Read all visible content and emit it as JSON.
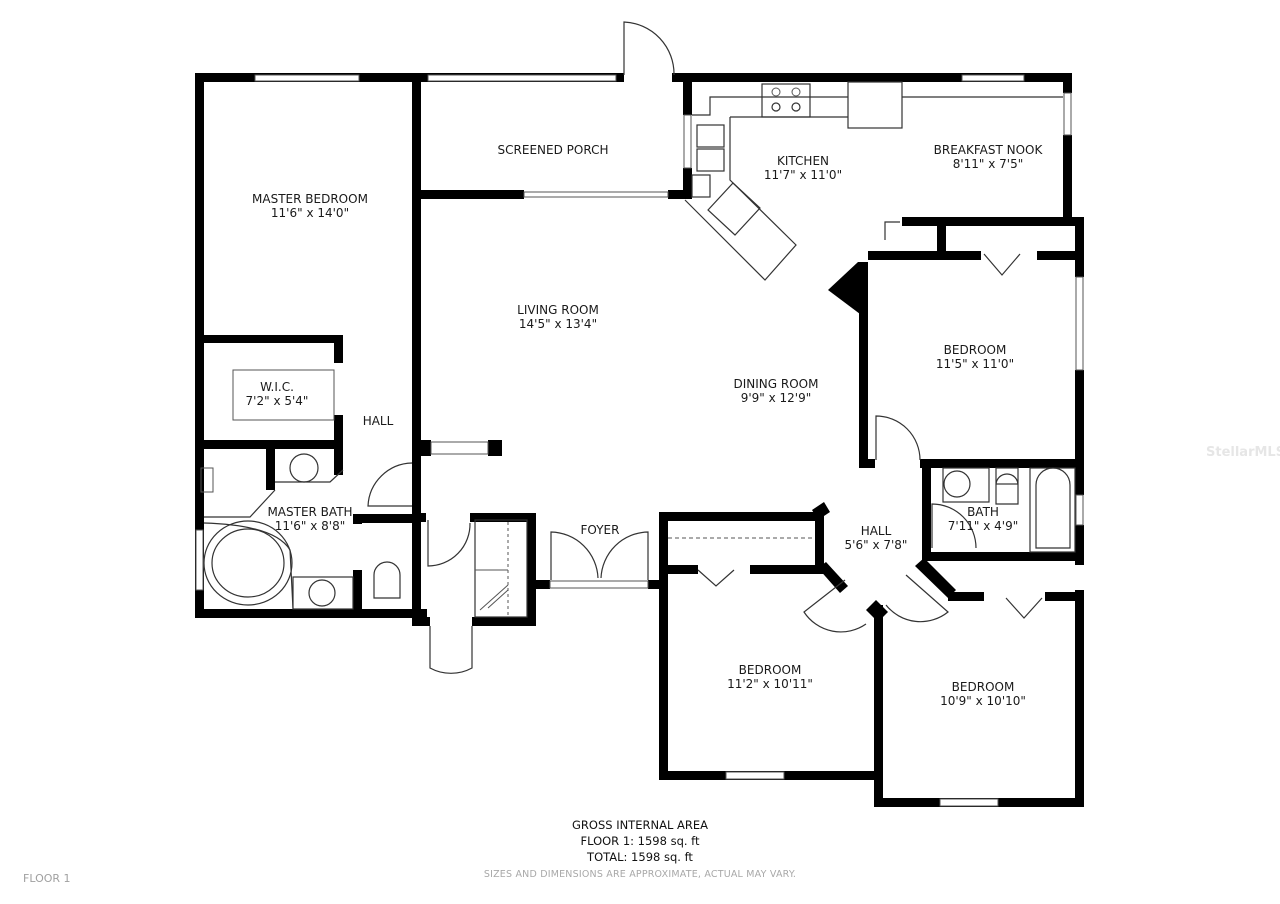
{
  "rooms": {
    "master_bedroom": {
      "name": "MASTER BEDROOM",
      "dims": "11'6\" x 14'0\""
    },
    "screened_porch": {
      "name": "SCREENED PORCH"
    },
    "kitchen": {
      "name": "KITCHEN",
      "dims": "11'7\" x 11'0\""
    },
    "breakfast_nook": {
      "name": "BREAKFAST NOOK",
      "dims": "8'11\" x 7'5\""
    },
    "living_room": {
      "name": "LIVING ROOM",
      "dims": "14'5\" x 13'4\""
    },
    "dining_room": {
      "name": "DINING ROOM",
      "dims": "9'9\" x 12'9\""
    },
    "bedroom_east": {
      "name": "BEDROOM",
      "dims": "11'5\" x 11'0\""
    },
    "wic": {
      "name": "W.I.C.",
      "dims": "7'2\" x 5'4\""
    },
    "hall_west": {
      "name": "HALL"
    },
    "master_bath": {
      "name": "MASTER BATH",
      "dims": "11'6\" x 8'8\""
    },
    "foyer": {
      "name": "FOYER"
    },
    "hall_center": {
      "name": "HALL",
      "dims": "5'6\" x 7'8\""
    },
    "bath": {
      "name": "BATH",
      "dims": "7'11\" x 4'9\""
    },
    "bedroom_south": {
      "name": "BEDROOM",
      "dims": "11'2\" x 10'11\""
    },
    "bedroom_southeast": {
      "name": "BEDROOM",
      "dims": "10'9\" x 10'10\""
    }
  },
  "footer": {
    "title": "GROSS INTERNAL AREA",
    "floor_area": "FLOOR 1: 1598 sq. ft",
    "total_area": "TOTAL: 1598 sq. ft",
    "disclaimer": "SIZES AND DIMENSIONS ARE APPROXIMATE, ACTUAL MAY VARY."
  },
  "floor_label": "FLOOR 1",
  "watermark": "StellarMLS",
  "colors": {
    "wall": "#000000",
    "background": "#ffffff",
    "note": "#a8a8a8"
  }
}
